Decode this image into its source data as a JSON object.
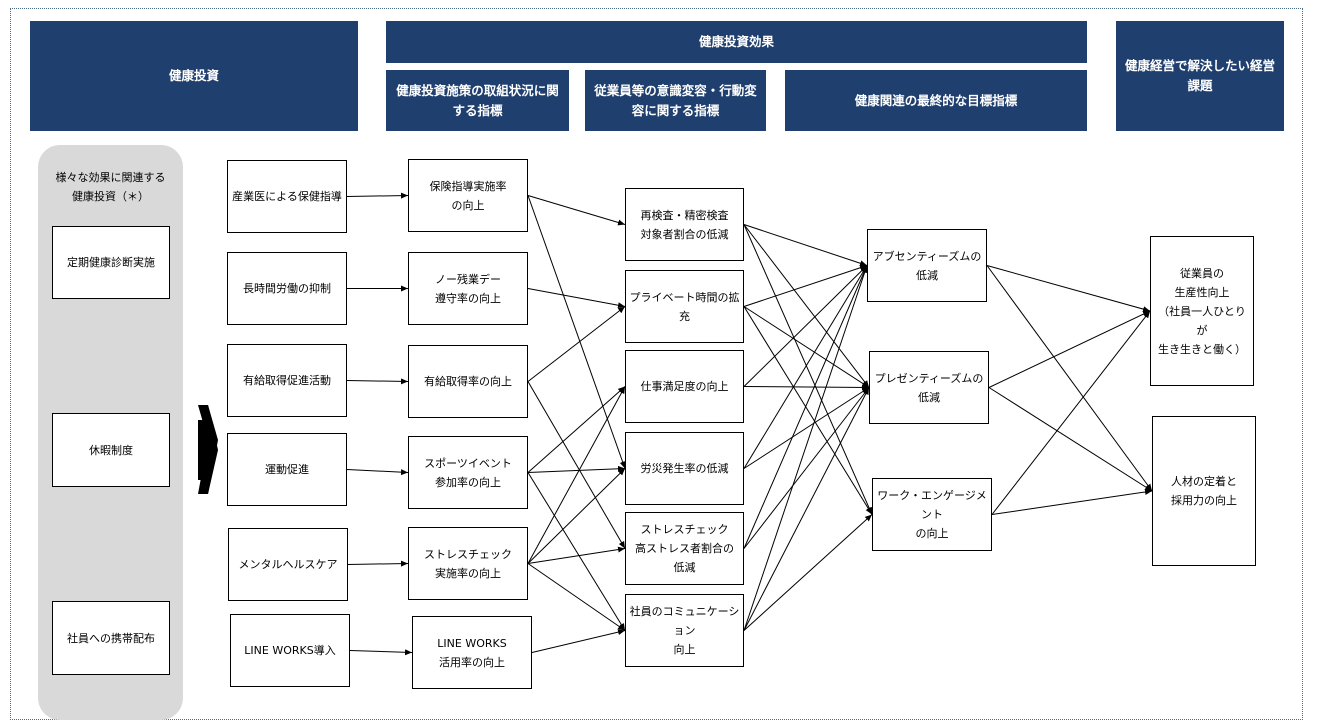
{
  "headers": {
    "investment": "健康投資",
    "effect": "健康投資効果",
    "effect_sub1": "健康投資施策の取組状況に関する指標",
    "effect_sub2": "従業員等の意識変容・行動変容に関する指標",
    "effect_sub3": "健康関連の最終的な目標指標",
    "goal": "健康経営で解決したい経営課題"
  },
  "panel": {
    "title": "様々な効果に関連する\n健康投資（＊）",
    "items": [
      "定期健康診断実施",
      "休暇制度",
      "社員への携帯配布"
    ]
  },
  "investments": [
    "産業医による保健指導",
    "長時間労働の抑制",
    "有給取得促進活動",
    "運動促進",
    "メンタルヘルスケア",
    "LINE WORKS導入"
  ],
  "measures": [
    "保険指導実施率\nの向上",
    "ノー残業デー\n遵守率の向上",
    "有給取得率の向上",
    "スポーツイベント\n参加率の向上",
    "ストレスチェック\n実施率の向上",
    "LINE WORKS\n活用率の向上"
  ],
  "behaviors": [
    "再検査・精密検査\n対象者割合の低減",
    "プライベート時間の拡充",
    "仕事満足度の向上",
    "労災発生率の低減",
    "ストレスチェック\n高ストレス者割合の\n低減",
    "社員のコミュニケーション\n向上"
  ],
  "outcomes": [
    "アブセンティーズムの\n低減",
    "プレゼンティーズムの\n低減",
    "ワーク・エンゲージメント\nの向上"
  ],
  "goals": [
    "従業員の\n生産性向上\n（社員一人ひとりが\n生き生きと働く）",
    "人材の定着と\n採用力の向上"
  ],
  "links": {
    "measure_to_behavior": [
      [
        0,
        0
      ],
      [
        0,
        3
      ],
      [
        1,
        1
      ],
      [
        2,
        1
      ],
      [
        2,
        4
      ],
      [
        3,
        2
      ],
      [
        3,
        3
      ],
      [
        3,
        5
      ],
      [
        4,
        2
      ],
      [
        4,
        3
      ],
      [
        4,
        4
      ],
      [
        4,
        5
      ],
      [
        5,
        5
      ]
    ],
    "behavior_to_outcome": [
      [
        0,
        0
      ],
      [
        0,
        1
      ],
      [
        0,
        2
      ],
      [
        1,
        0
      ],
      [
        1,
        1
      ],
      [
        1,
        2
      ],
      [
        2,
        0
      ],
      [
        2,
        1
      ],
      [
        3,
        0
      ],
      [
        3,
        1
      ],
      [
        4,
        0
      ],
      [
        4,
        1
      ],
      [
        5,
        0
      ],
      [
        5,
        1
      ],
      [
        5,
        2
      ]
    ],
    "outcome_to_goal": [
      [
        0,
        0
      ],
      [
        0,
        1
      ],
      [
        1,
        0
      ],
      [
        1,
        1
      ],
      [
        2,
        0
      ],
      [
        2,
        1
      ]
    ]
  }
}
